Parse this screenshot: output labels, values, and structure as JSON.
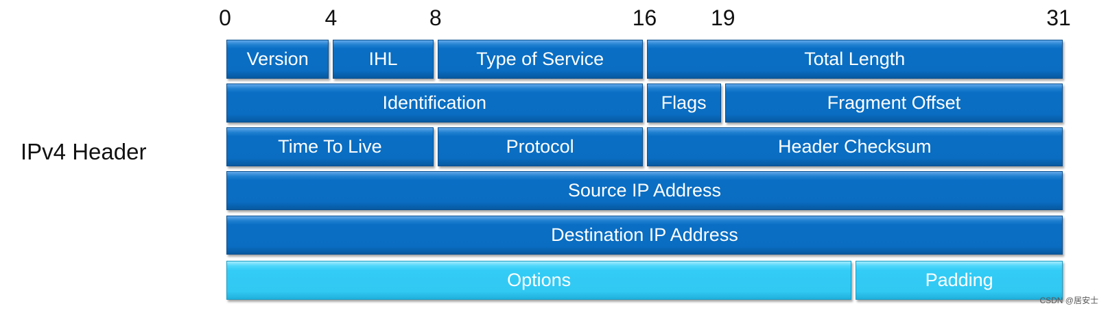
{
  "title": "IPv4 Header",
  "bit_labels": [
    "0",
    "4",
    "8",
    "16",
    "19",
    "31"
  ],
  "rows": [
    [
      {
        "label": "Version",
        "start": 0,
        "end": 4,
        "style": "primary"
      },
      {
        "label": "IHL",
        "start": 4,
        "end": 8,
        "style": "primary"
      },
      {
        "label": "Type of Service",
        "start": 8,
        "end": 16,
        "style": "primary"
      },
      {
        "label": "Total Length",
        "start": 16,
        "end": 32,
        "style": "primary"
      }
    ],
    [
      {
        "label": "Identification",
        "start": 0,
        "end": 16,
        "style": "primary"
      },
      {
        "label": "Flags",
        "start": 16,
        "end": 19,
        "style": "primary"
      },
      {
        "label": "Fragment Offset",
        "start": 19,
        "end": 32,
        "style": "primary"
      }
    ],
    [
      {
        "label": "Time To Live",
        "start": 0,
        "end": 8,
        "style": "primary"
      },
      {
        "label": "Protocol",
        "start": 8,
        "end": 16,
        "style": "primary"
      },
      {
        "label": "Header Checksum",
        "start": 16,
        "end": 32,
        "style": "primary"
      }
    ],
    [
      {
        "label": "Source IP Address",
        "start": 0,
        "end": 32,
        "style": "primary"
      }
    ],
    [
      {
        "label": "Destination IP Address",
        "start": 0,
        "end": 32,
        "style": "primary"
      }
    ],
    [
      {
        "label": "Options",
        "start": 0,
        "end": 24,
        "style": "secondary"
      },
      {
        "label": "Padding",
        "start": 24,
        "end": 32,
        "style": "secondary"
      }
    ]
  ],
  "colors": {
    "primary_fill": "#0a6fc4",
    "secondary_fill": "#33ccf6",
    "text": "#ffffff"
  },
  "watermark": "CSDN @居安士"
}
